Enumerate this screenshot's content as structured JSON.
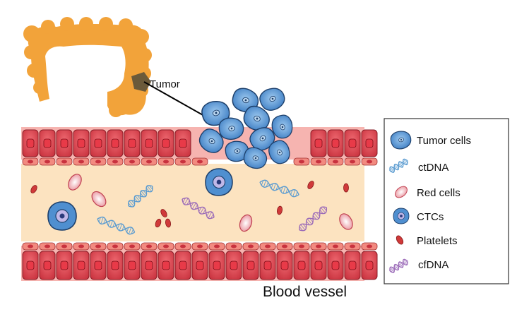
{
  "labels": {
    "tumor": "Tumor",
    "vessel": "Blood vessel"
  },
  "legend": {
    "items": [
      {
        "icon": "tumor-cell-icon",
        "label": "Tumor cells"
      },
      {
        "icon": "ctdna-icon",
        "label": "ctDNA"
      },
      {
        "icon": "red-cell-icon",
        "label": "Red cells"
      },
      {
        "icon": "ctc-icon",
        "label": "CTCs"
      },
      {
        "icon": "platelet-icon",
        "label": "Platelets"
      },
      {
        "icon": "cfdna-icon",
        "label": "cfDNA"
      }
    ]
  },
  "colors": {
    "colon": "#f2a33a",
    "tumor": "#6b5a3a",
    "endothelial": "#d94a55",
    "endothelial_light": "#f08a8a",
    "lumen": "#fce3c0",
    "tumor_cell": "#4f8fd0",
    "ctdna": "#5a9bd0",
    "cfdna": "#9a6ab8",
    "red_cell": "#f0a0a8",
    "platelet": "#d03a3a"
  }
}
